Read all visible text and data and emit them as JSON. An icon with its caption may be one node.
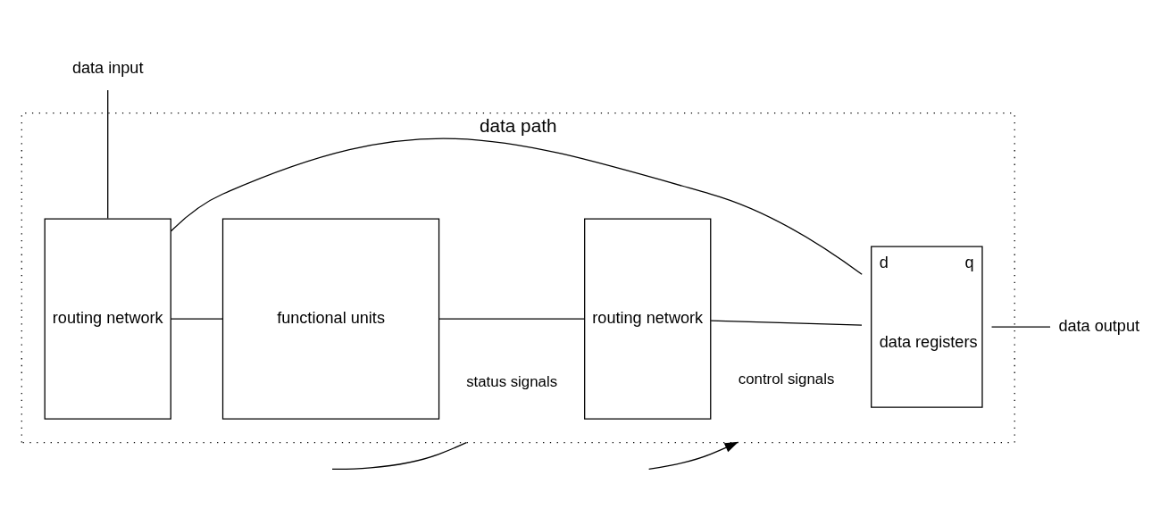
{
  "diagram": {
    "nodes": [
      {
        "text": [
          "data path"
        ]
      },
      {
        "text": [
          "routing network"
        ],
        "in": 0
      },
      {
        "text": [
          "functional units"
        ],
        "in": 0
      },
      {
        "text": [
          "routing network"
        ],
        "in": 0
      },
      {
        "text": [
          "d",
          "q",
          "data registers"
        ],
        "in": 0
      },
      {
        "text": [
          "data input"
        ]
      },
      {
        "text": [
          "data output"
        ]
      }
    ],
    "edges": [
      {
        "from": 5,
        "to": 1,
        "arrow": "none"
      },
      {
        "from": 1,
        "to": 2,
        "arrow": "none"
      },
      {
        "from": 2,
        "to": 3,
        "arrow": "none"
      },
      {
        "from": 3,
        "to": 4,
        "arrow": "none"
      },
      {
        "from": 4,
        "to": 6,
        "arrow": "none"
      },
      {
        "from": 4,
        "to": 1,
        "arrow": "none"
      },
      {
        "from": 0,
        "to": null,
        "arrow": "none",
        "label": "status signals"
      },
      {
        "from": null,
        "to": 0,
        "arrow": "to",
        "label": "control signals"
      }
    ]
  }
}
